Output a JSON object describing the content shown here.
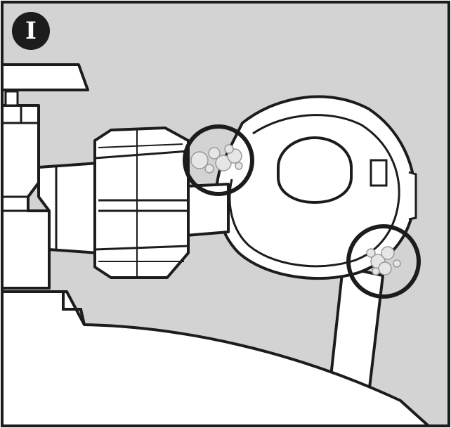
{
  "step": {
    "label": "I"
  },
  "colors": {
    "background": "#d3d3d3",
    "outline": "#1c1c1c",
    "fill": "#ffffff",
    "bubble": "#e6e6e6"
  },
  "markers": [
    "leak-bubbles-connector",
    "leak-bubbles-regulator"
  ]
}
